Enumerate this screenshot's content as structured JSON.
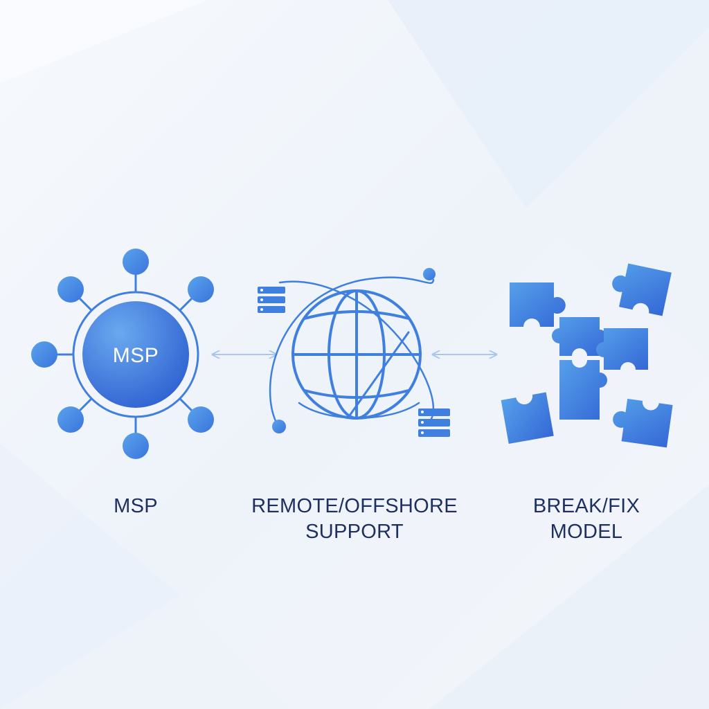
{
  "hub": {
    "badge": "MSP"
  },
  "labels": {
    "msp": [
      "MSP"
    ],
    "remote": [
      "REMOTE/OFFSHORE",
      "SUPPORT"
    ],
    "breakfix": [
      "BREAK/FIX",
      "MODEL"
    ]
  },
  "colors": {
    "primary": "#3b7fe0",
    "primary_dark": "#2f62c9",
    "primary_light": "#58a2ec",
    "arrow": "#a9c7ec",
    "text": "#1e2f5f",
    "background": "#f1f5fb"
  },
  "icons": {
    "msp": "hub-network-icon",
    "remote": "globe-with-servers-icon",
    "breakfix": "puzzle-pieces-icon",
    "connector": "double-arrow-icon"
  }
}
